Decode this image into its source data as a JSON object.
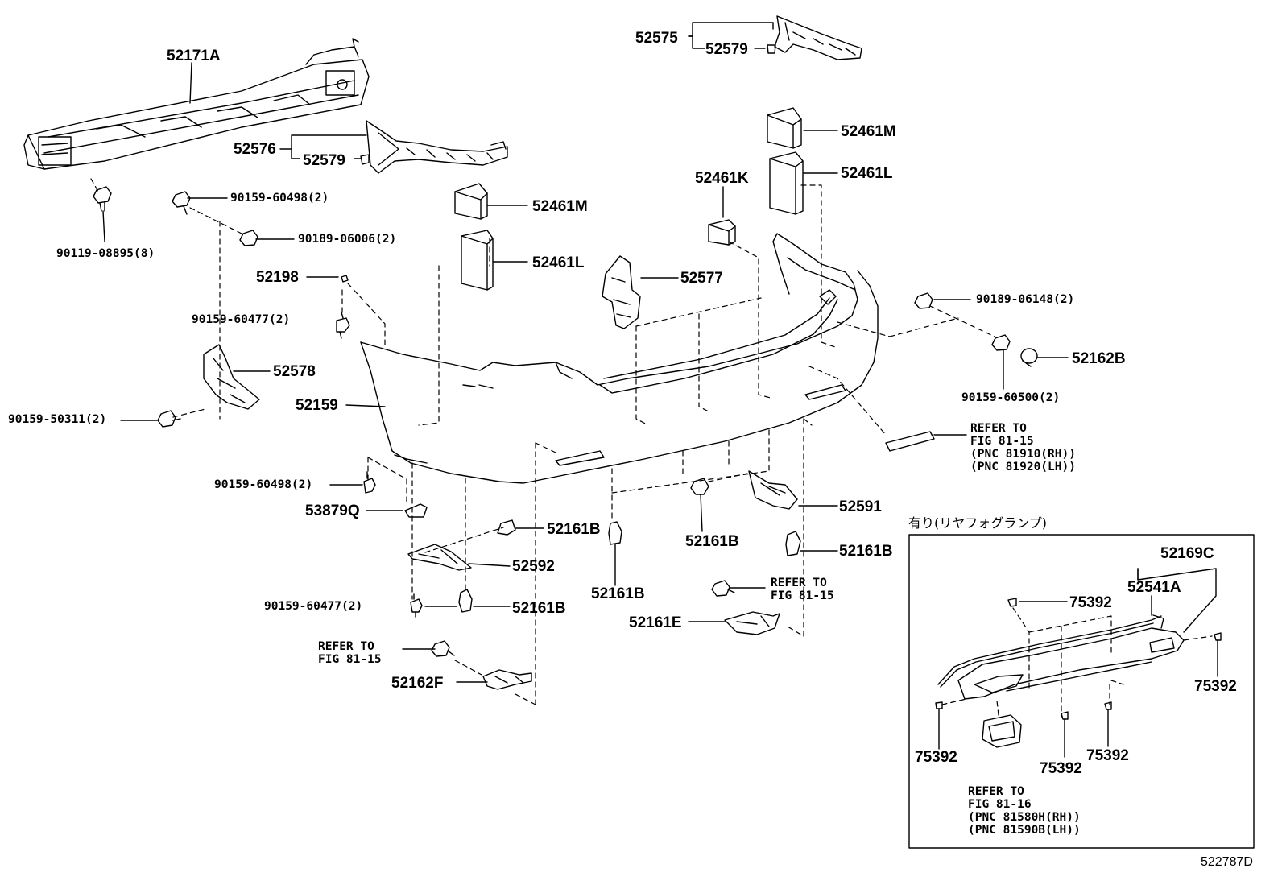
{
  "catalog_id": "522787D",
  "labels": {
    "p52171A": "52171A",
    "p52575": "52575",
    "p52579_top": "52579",
    "p52576": "52576",
    "p52579_left": "52579",
    "p52461M_right": "52461M",
    "p52461L_right": "52461L",
    "p52461K": "52461K",
    "p52461M_left": "52461M",
    "p52461L_left": "52461L",
    "p52577": "52577",
    "p52198": "52198",
    "p52578": "52578",
    "p52159": "52159",
    "p53879Q": "53879Q",
    "p52161B_a": "52161B",
    "p52592": "52592",
    "p52161B_b": "52161B",
    "p52161B_c": "52161B",
    "p52161B_d": "52161B",
    "p52161B_e": "52161B",
    "p52591": "52591",
    "p52161E": "52161E",
    "p52162F": "52162F",
    "p52162B": "52162B",
    "p52169C": "52169C",
    "p52541A": "52541A",
    "p75392_a": "75392",
    "p75392_b": "75392",
    "p75392_c": "75392",
    "p75392_d": "75392",
    "p75392_e": "75392"
  },
  "fasteners": {
    "f90159_60498_top": "90159-60498(2)",
    "f90189_06006": "90189-06006(2)",
    "f90119_08895": "90119-08895(8)",
    "f90159_60477_top": "90159-60477(2)",
    "f90159_50311": "90159-50311(2)",
    "f90159_60498_mid": "90159-60498(2)",
    "f90159_60477_bot": "90159-60477(2)",
    "f90189_06148": "90189-06148(2)",
    "f90159_60500": "90159-60500(2)"
  },
  "references": {
    "ref_8115_rh": [
      "REFER TO",
      "FIG 81-15",
      "(PNC 81910(RH))",
      "(PNC 81920(LH))"
    ],
    "ref_8115_mid": [
      "REFER TO",
      "FIG 81-15"
    ],
    "ref_8115_left": [
      "REFER TO",
      "FIG 81-15"
    ],
    "ref_8116": [
      "REFER TO",
      "FIG 81-16",
      "(PNC 81580H(RH))",
      "(PNC 81590B(LH))"
    ]
  },
  "inset": {
    "title": "有り(リヤフォグランプ)"
  }
}
